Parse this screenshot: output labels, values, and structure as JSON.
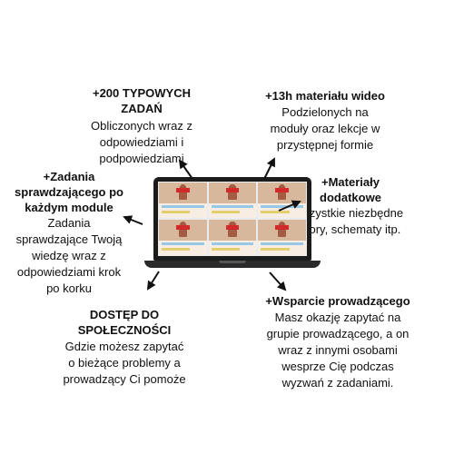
{
  "features": {
    "tasks": {
      "title_line1": "+200 TYPOWYCH",
      "title_line2": "ZADAŃ",
      "desc_line1": "Obliczonych wraz z",
      "desc_line2": "odpowiedziami i",
      "desc_line3": "podpowiedziami"
    },
    "video": {
      "title": "+13h materiału wideo",
      "desc_line1": "Podzielonych na",
      "desc_line2": "moduły oraz lekcje w",
      "desc_line3": "przystępnej formie"
    },
    "materials": {
      "title_line1": "+Materiały",
      "title_line2": "dodatkowe",
      "desc_line1": "Wszystkie niezbędne",
      "desc_line2": "wzory, schematy itp."
    },
    "quiz": {
      "title_line1": "+Zadania",
      "title_line2": "sprawdzającego po",
      "title_line3": "każdym module",
      "desc_line1": "Zadania",
      "desc_line2": "sprawdzające Twoją",
      "desc_line3": "wiedzę wraz z",
      "desc_line4": "odpowiedziami krok",
      "desc_line5": "po korku"
    },
    "support": {
      "title": "+Wsparcie prowadzącego",
      "desc_line1": "Masz okazję zapytać na",
      "desc_line2": "grupie prowadzącego, a on",
      "desc_line3": "wraz z innymi osobami",
      "desc_line4": "wesprze Cię podczas",
      "desc_line5": "wyzwań z zadaniami."
    },
    "community": {
      "title_line1": "DOSTĘP DO",
      "title_line2": "SPOŁECZNOŚCI",
      "desc_line1": "Gdzie możesz zapytać",
      "desc_line2": "o bieżące problemy a",
      "desc_line3": "prowadzący Ci pomoże"
    }
  },
  "colors": {
    "text": "#111111",
    "arrow": "#111111",
    "laptop": "#1b1b1b"
  },
  "icons": {
    "center": "laptop-icon"
  }
}
